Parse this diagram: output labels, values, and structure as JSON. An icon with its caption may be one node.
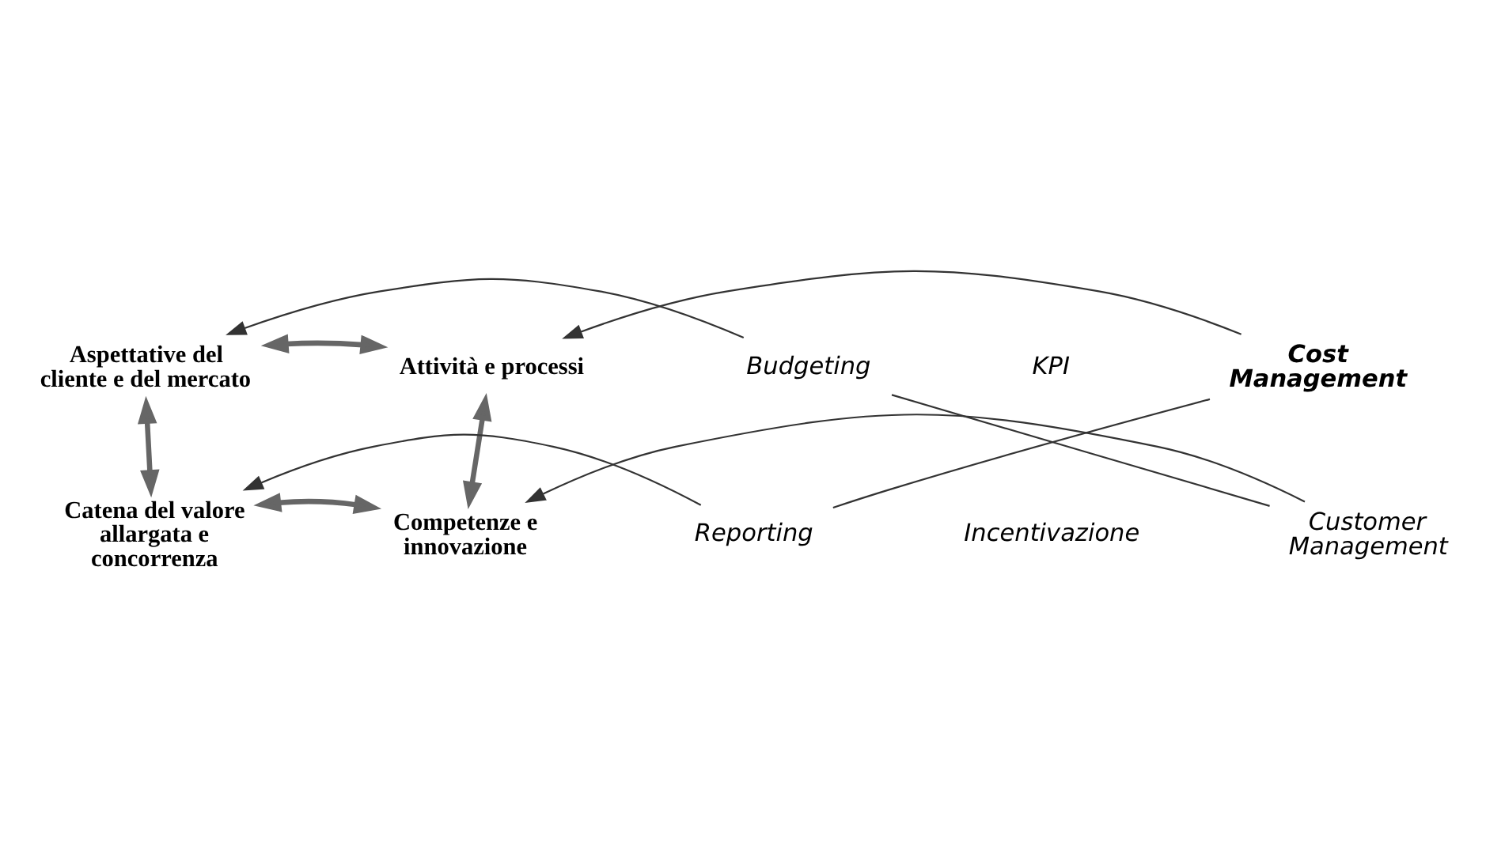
{
  "diagram": {
    "nodes": [
      {
        "text": [
          "Aspettative del cliente e del mercato"
        ]
      },
      {
        "text": [
          "Attività e processi"
        ]
      },
      {
        "text": [
          "Catena del valore allargata e concorrenza"
        ]
      },
      {
        "text": [
          "Competenze e innovazione"
        ]
      },
      {
        "text": [
          "KPI"
        ]
      },
      {
        "text": [
          "Budgeting"
        ]
      },
      {
        "text": [
          "Cost Management"
        ]
      },
      {
        "text": [
          "Reporting"
        ]
      },
      {
        "text": [
          "Customer Management"
        ]
      },
      {
        "text": [
          "Incentivazione"
        ]
      }
    ],
    "edges": [
      {
        "from": 0,
        "to": 1,
        "arrow": "both",
        "style": "thick"
      },
      {
        "from": 0,
        "to": 2,
        "arrow": "both",
        "style": "thick"
      },
      {
        "from": 1,
        "to": 3,
        "arrow": "both",
        "style": "thick"
      },
      {
        "from": 2,
        "to": 3,
        "arrow": "both",
        "style": "thick"
      },
      {
        "from": 5,
        "to": 0,
        "arrow": "to"
      },
      {
        "from": 6,
        "to": 1,
        "arrow": "to"
      },
      {
        "from": 7,
        "to": 2,
        "arrow": "to"
      },
      {
        "from": 8,
        "to": 3,
        "arrow": "to"
      },
      {
        "from": 5,
        "to": 8,
        "arrow": "none"
      },
      {
        "from": 7,
        "to": 6,
        "arrow": "none"
      }
    ]
  }
}
